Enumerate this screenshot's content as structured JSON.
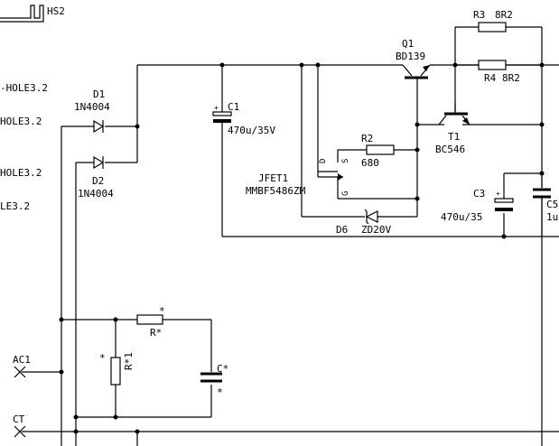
{
  "labels": {
    "hs2": "HS2",
    "hole1": "-HOLE3.2",
    "hole2": "HOLE3.2",
    "hole3": "HOLE3.2",
    "hole4": "LE3.2",
    "d1_ref": "D1",
    "d1_val": "1N4004",
    "d2_ref": "D2",
    "d2_val": "1N4004",
    "c1_ref": "C1",
    "c1_val": "470u/35V",
    "q1_ref": "Q1",
    "q1_val": "BD139",
    "r3_ref": "R3",
    "r3_val": "8R2",
    "r4_ref": "R4",
    "r4_val": "8R2",
    "t1_ref": "T1",
    "t1_val": "BC546",
    "r2_ref": "R2",
    "r2_val": "680",
    "jfet_ref": "JFET1",
    "jfet_val": "MMBF5486ZM",
    "jfet_d": "D",
    "jfet_s": "S",
    "jfet_g": "G",
    "d6_ref": "D6",
    "d6_val": "ZD20V",
    "c3_ref": "C3",
    "c3_val": "470u/35",
    "c5_ref": "C5",
    "c5_val": "1u",
    "rstar_ref": "R*",
    "rstar1_ref": "R*1",
    "cstar_ref": "C*",
    "ac1": "AC1",
    "ct": "CT",
    "star": "*",
    "plus": "+"
  }
}
